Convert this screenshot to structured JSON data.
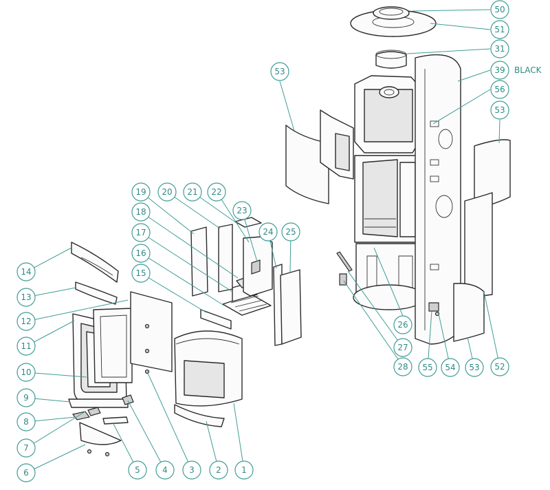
{
  "diagram": {
    "callouts": [
      {
        "id": "c1",
        "label": "1"
      },
      {
        "id": "c2",
        "label": "2"
      },
      {
        "id": "c3",
        "label": "3"
      },
      {
        "id": "c4",
        "label": "4"
      },
      {
        "id": "c5",
        "label": "5"
      },
      {
        "id": "c6",
        "label": "6"
      },
      {
        "id": "c7",
        "label": "7"
      },
      {
        "id": "c8",
        "label": "8"
      },
      {
        "id": "c9",
        "label": "9"
      },
      {
        "id": "c10",
        "label": "10"
      },
      {
        "id": "c11",
        "label": "11"
      },
      {
        "id": "c12",
        "label": "12"
      },
      {
        "id": "c13",
        "label": "13"
      },
      {
        "id": "c14",
        "label": "14"
      },
      {
        "id": "c15",
        "label": "15"
      },
      {
        "id": "c16",
        "label": "16"
      },
      {
        "id": "c17",
        "label": "17"
      },
      {
        "id": "c18",
        "label": "18"
      },
      {
        "id": "c19",
        "label": "19"
      },
      {
        "id": "c20",
        "label": "20"
      },
      {
        "id": "c21",
        "label": "21"
      },
      {
        "id": "c22",
        "label": "22"
      },
      {
        "id": "c23",
        "label": "23"
      },
      {
        "id": "c24",
        "label": "24"
      },
      {
        "id": "c25",
        "label": "25"
      },
      {
        "id": "c26",
        "label": "26"
      },
      {
        "id": "c27",
        "label": "27"
      },
      {
        "id": "c28",
        "label": "28"
      },
      {
        "id": "c31",
        "label": "31"
      },
      {
        "id": "c39",
        "label": "39"
      },
      {
        "id": "c50",
        "label": "50"
      },
      {
        "id": "c51",
        "label": "51"
      },
      {
        "id": "c52",
        "label": "52"
      },
      {
        "id": "c53a",
        "label": "53"
      },
      {
        "id": "c53b",
        "label": "53"
      },
      {
        "id": "c53c",
        "label": "53"
      },
      {
        "id": "c54",
        "label": "54"
      },
      {
        "id": "c55",
        "label": "55"
      },
      {
        "id": "c56",
        "label": "56"
      }
    ],
    "color_note": "BLACK",
    "colors": {
      "accent": "#3f9c96",
      "line": "#2a2a2a"
    }
  }
}
